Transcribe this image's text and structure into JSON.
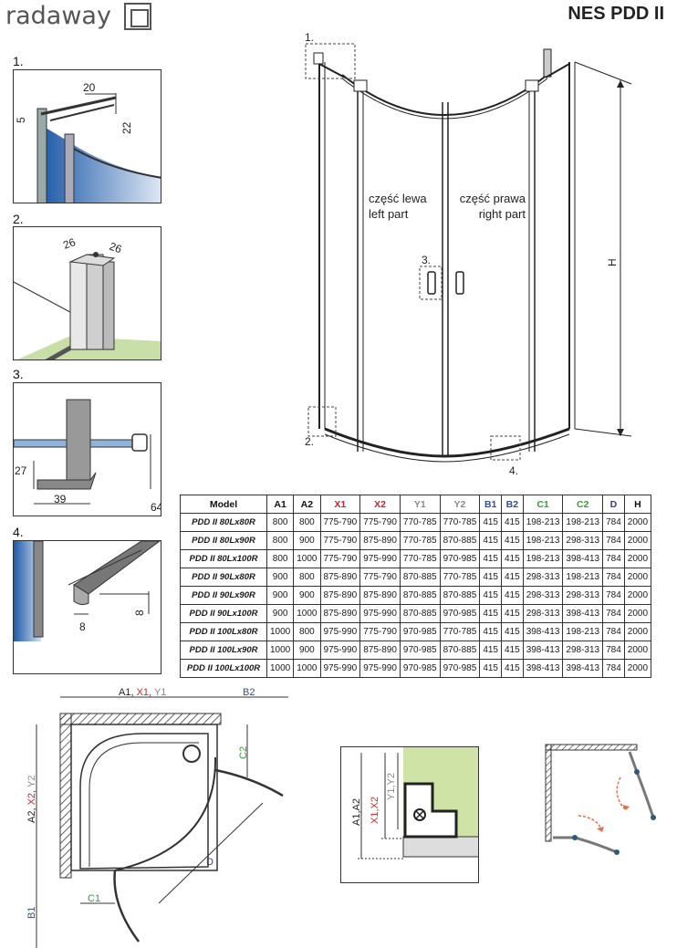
{
  "brand": {
    "logo_text": "radaway"
  },
  "header": {
    "title": "NES PDD II"
  },
  "details": [
    {
      "number": "1.",
      "dims": [
        "20",
        "5",
        "22"
      ]
    },
    {
      "number": "2.",
      "dims": [
        "26",
        "26"
      ]
    },
    {
      "number": "3.",
      "dims": [
        "27",
        "39",
        "64"
      ]
    },
    {
      "number": "4.",
      "dims": [
        "8",
        "8"
      ]
    }
  ],
  "front_view": {
    "left_part_pl": "część lewa",
    "left_part_en": "left part",
    "right_part_pl": "część prawa",
    "right_part_en": "right part",
    "height_label": "H",
    "callouts": [
      "1.",
      "2.",
      "3.",
      "4."
    ]
  },
  "table": {
    "headers": [
      "Model",
      "A1",
      "A2",
      "X1",
      "X2",
      "Y1",
      "Y2",
      "B1",
      "B2",
      "C1",
      "C2",
      "D",
      "H"
    ],
    "header_colors": [
      "#111111",
      "#111111",
      "#111111",
      "#c0282d",
      "#c0282d",
      "#8a8a8a",
      "#8a8a8a",
      "#2f4f8f",
      "#2f4f8f",
      "#3a9a3a",
      "#3a9a3a",
      "#3a3a8a",
      "#111111"
    ],
    "rows": [
      [
        "PDD II 80Lx80R",
        "800",
        "800",
        "775-790",
        "775-790",
        "770-785",
        "770-785",
        "415",
        "415",
        "198-213",
        "198-213",
        "784",
        "2000"
      ],
      [
        "PDD II 80Lx90R",
        "800",
        "900",
        "775-790",
        "875-890",
        "770-785",
        "870-885",
        "415",
        "415",
        "198-213",
        "298-313",
        "784",
        "2000"
      ],
      [
        "PDD II 80Lx100R",
        "800",
        "1000",
        "775-790",
        "975-990",
        "770-785",
        "970-985",
        "415",
        "415",
        "198-213",
        "398-413",
        "784",
        "2000"
      ],
      [
        "PDD II 90Lx80R",
        "900",
        "800",
        "875-890",
        "775-790",
        "870-885",
        "770-785",
        "415",
        "415",
        "298-313",
        "198-213",
        "784",
        "2000"
      ],
      [
        "PDD II 90Lx90R",
        "900",
        "900",
        "875-890",
        "875-890",
        "870-885",
        "870-885",
        "415",
        "415",
        "298-313",
        "298-313",
        "784",
        "2000"
      ],
      [
        "PDD II 90Lx100R",
        "900",
        "1000",
        "875-890",
        "975-990",
        "870-885",
        "970-985",
        "415",
        "415",
        "298-313",
        "398-413",
        "784",
        "2000"
      ],
      [
        "PDD II 100Lx80R",
        "1000",
        "800",
        "975-990",
        "775-790",
        "970-985",
        "770-785",
        "415",
        "415",
        "398-413",
        "198-213",
        "784",
        "2000"
      ],
      [
        "PDD II 100Lx90R",
        "1000",
        "900",
        "975-990",
        "875-890",
        "970-985",
        "870-885",
        "415",
        "415",
        "398-413",
        "298-313",
        "784",
        "2000"
      ],
      [
        "PDD II 100Lx100R",
        "1000",
        "1000",
        "975-990",
        "975-990",
        "970-985",
        "970-985",
        "415",
        "415",
        "398-413",
        "398-413",
        "784",
        "2000"
      ]
    ]
  },
  "plan_view": {
    "top_label_a": "A1, ",
    "top_label_x": "X1, ",
    "top_label_y": "Y1",
    "left_label_a": "A2, ",
    "left_label_x": "X2, ",
    "left_label_y": "Y2",
    "b1": "B1",
    "b2": "B2",
    "c1": "C1",
    "c2": "C2",
    "d": "D"
  },
  "section_view": {
    "a": "A1,A2",
    "x": "X1,X2",
    "y": "Y1,Y2"
  }
}
